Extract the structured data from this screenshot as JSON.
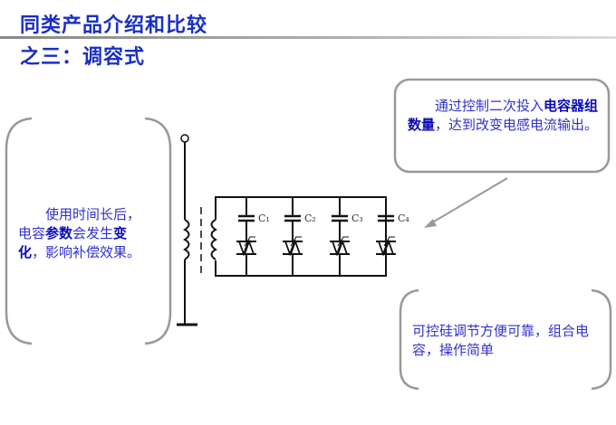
{
  "header": {
    "title": "同类产品介绍和比较",
    "subtitle": "之三：调容式"
  },
  "left_note": {
    "line1": "使用时间长后，",
    "l2a": "电容",
    "l2b": "参数",
    "l2c": "会发生",
    "l2d": "变",
    "l3a": "化",
    "l3b": "，影响补偿效果。"
  },
  "callout": {
    "a": "通过控制二次投入",
    "b": "电容器组数量",
    "c": "，达到改变电感电流输出。"
  },
  "bottom_note": {
    "text": "可控硅调节方便可靠，组合电容，操作简单"
  },
  "circuit": {
    "labels": [
      "C₁",
      "C₂",
      "C₃",
      "C₄"
    ]
  },
  "colors": {
    "title": "#1a2fc4",
    "text": "#3030d0",
    "bold": "#0a0ab8",
    "border": "#999999"
  }
}
